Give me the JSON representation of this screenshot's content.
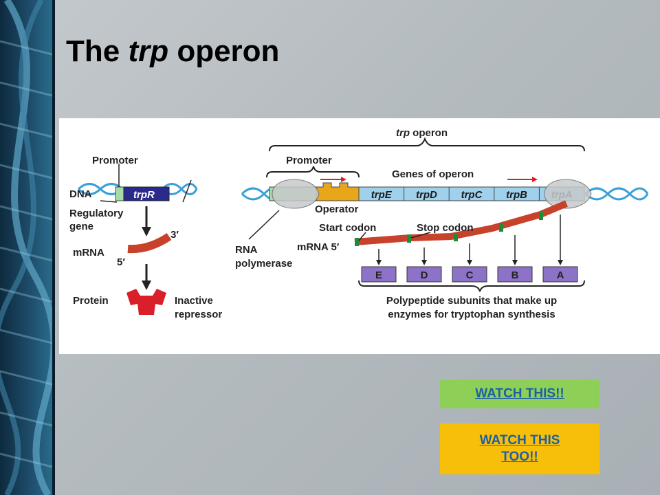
{
  "slide": {
    "title_prefix": "The ",
    "title_italic": "trp",
    "title_suffix": " operon"
  },
  "diagram": {
    "operon_label_italic": "trp",
    "operon_label_rest": " operon",
    "left": {
      "promoter": "Promoter",
      "dna": "DNA",
      "gene": "trpR",
      "regulatory_line1": "Regulatory",
      "regulatory_line2": "gene",
      "mrna": "mRNA",
      "three_prime": "3′",
      "five_prime": "5′",
      "protein": "Protein",
      "inactive_line1": "Inactive",
      "inactive_line2": "repressor"
    },
    "right": {
      "promoter": "Promoter",
      "genes_of_operon": "Genes of operon",
      "operator": "Operator",
      "genes": [
        "trpE",
        "trpD",
        "trpC",
        "trpB",
        "trpA"
      ],
      "start_codon": "Start codon",
      "stop_codon": "Stop codon",
      "mrna5": "mRNA 5′",
      "rna_line1": "RNA",
      "rna_line2": "polymerase",
      "subunits": [
        "E",
        "D",
        "C",
        "B",
        "A"
      ],
      "polypeptide_line1": "Polypeptide subunits that make up",
      "polypeptide_line2": "enzymes for tryptophan synthesis"
    }
  },
  "buttons": {
    "watch_this": "WATCH THIS!!",
    "watch_this_too": "WATCH THIS TOO!!"
  },
  "colors": {
    "gene_blue": "#9fd0ec",
    "regulatory_gene": "#2a2a8c",
    "promoter_green": "#a7dba6",
    "operator_yellow": "#e8a61a",
    "mrna_red": "#c8412b",
    "subunit_purple": "#8d73c8",
    "repressor_red": "#d9202a",
    "button_green": "#8ecf57",
    "button_yellow": "#f7bf0a"
  }
}
